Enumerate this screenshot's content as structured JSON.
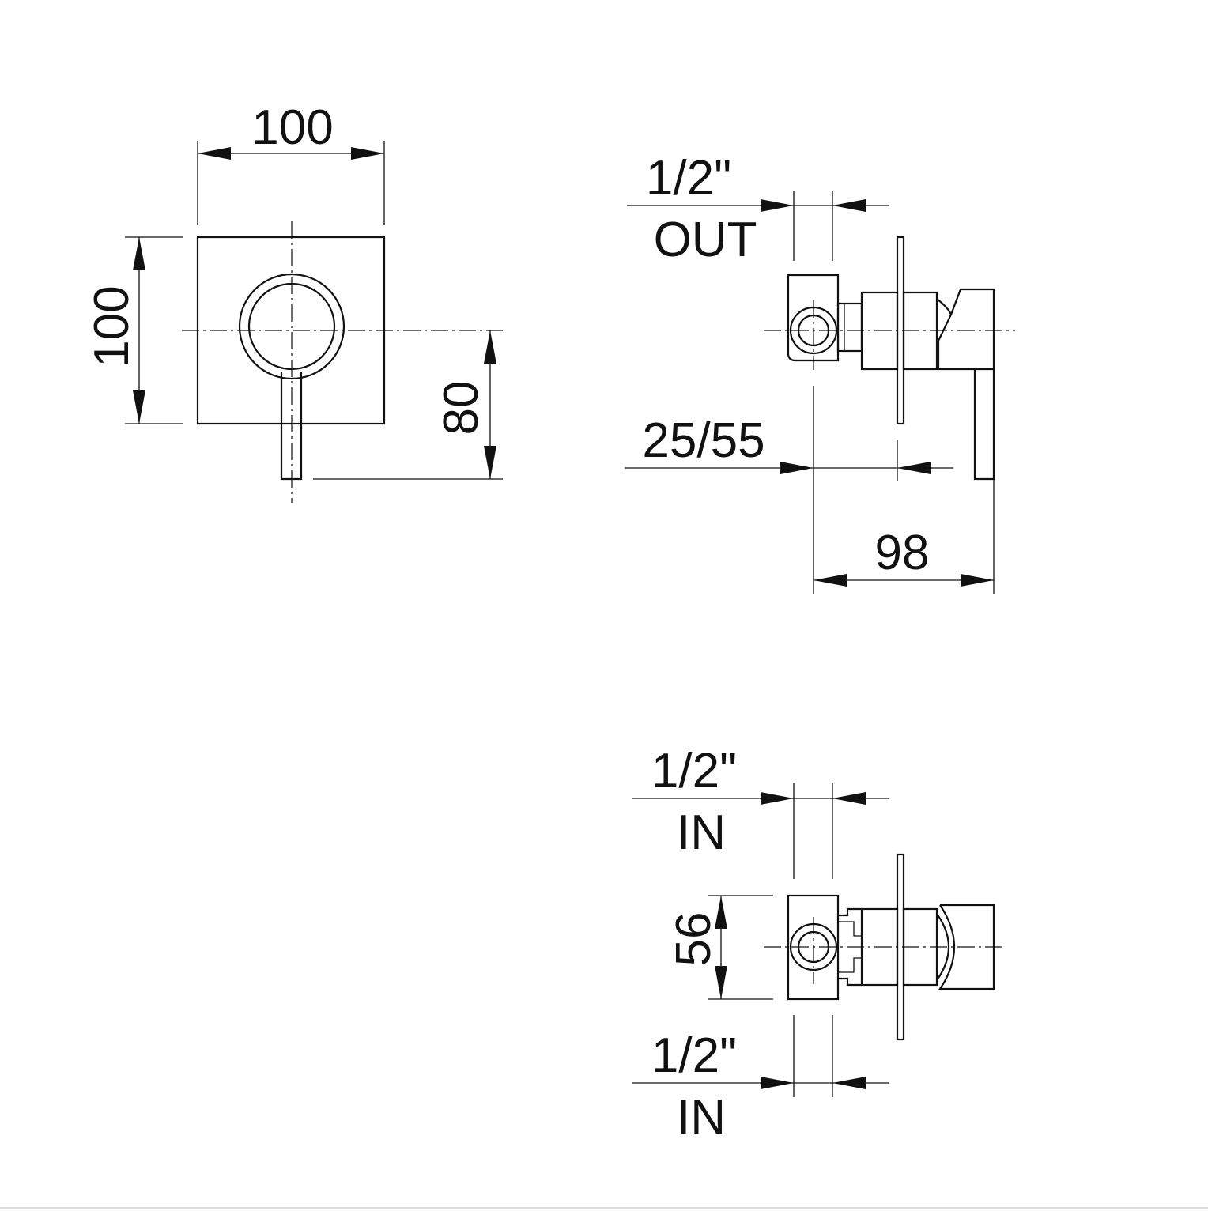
{
  "front_view": {
    "width_label": "100",
    "height_label": "100",
    "lever_drop_label": "80"
  },
  "side_view": {
    "outlet_size_label": "1/2\"",
    "outlet_name_label": "OUT",
    "wall_depth_label": "25/55",
    "projection_label": "98"
  },
  "top_view": {
    "inlet_top_size_label": "1/2\"",
    "inlet_top_name_label": "IN",
    "body_height_label": "56",
    "inlet_bottom_size_label": "1/2\"",
    "inlet_bottom_name_label": "IN"
  },
  "colors": {
    "line": "#111111",
    "background": "#ffffff"
  }
}
